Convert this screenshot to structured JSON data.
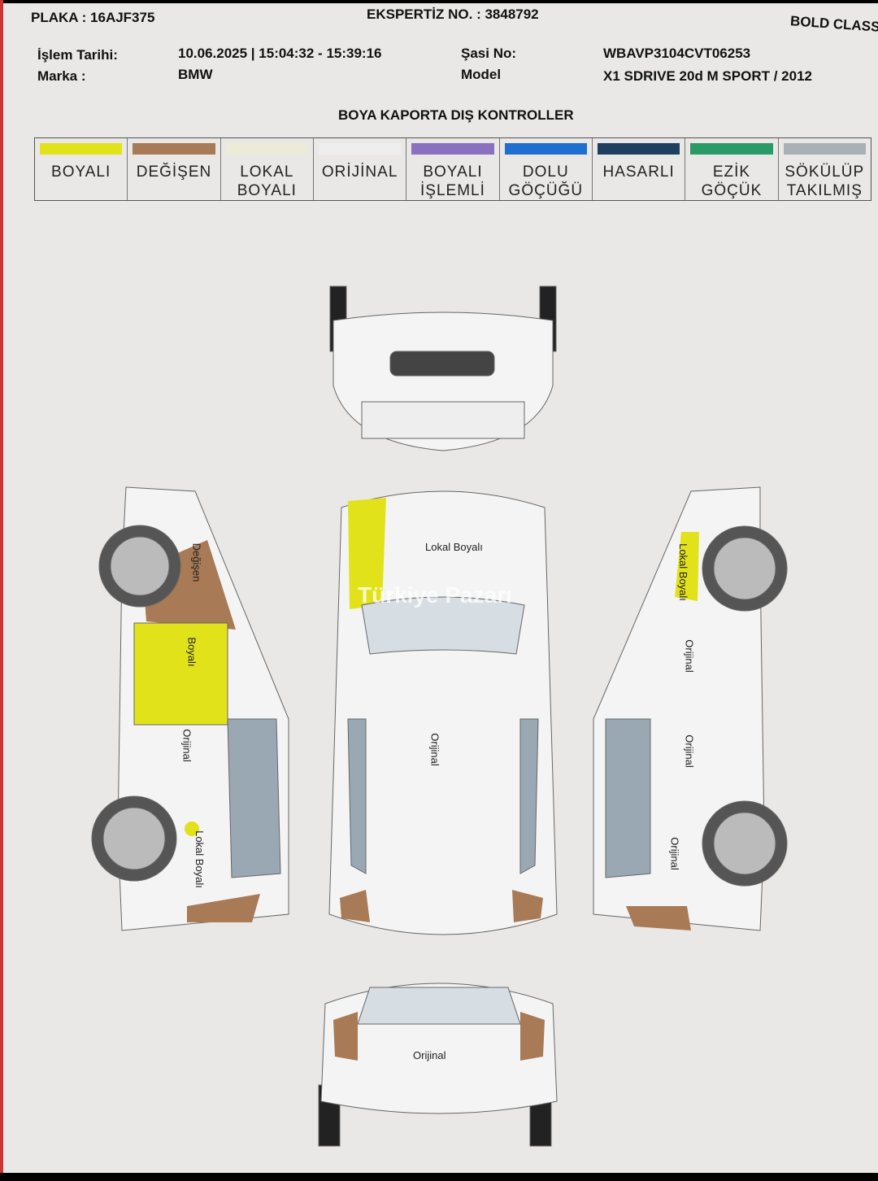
{
  "header": {
    "plaka": "PLAKA : 16AJF375",
    "ekspertiz": "EKSPERTİZ NO. : 3848792",
    "brand": "BOLD CLASS",
    "islem_label": "İşlem Tarihi:",
    "islem_value": "10.06.2025 | 15:04:32 - 15:39:16",
    "marka_label": "Marka :",
    "marka_value": "BMW",
    "sasi_label": "Şasi No:",
    "sasi_value": "WBAVP3104CVT06253",
    "model_label": "Model",
    "model_value": "X1 SDRIVE 20d M SPORT / 2012"
  },
  "section_title": "BOYA KAPORTA DIŞ KONTROLLER",
  "legend": [
    {
      "l1": "BOYALI",
      "l2": "",
      "color": "#e2e21a"
    },
    {
      "l1": "DEĞİŞEN",
      "l2": "",
      "color": "#a87a55"
    },
    {
      "l1": "LOKAL",
      "l2": "BOYALI",
      "color": "#ecebd8"
    },
    {
      "l1": "ORİJİNAL",
      "l2": "",
      "color": "#eeeeee"
    },
    {
      "l1": "BOYALI",
      "l2": "İŞLEMLİ",
      "color": "#8b6fc0"
    },
    {
      "l1": "DOLU",
      "l2": "GÖÇÜĞÜ",
      "color": "#1e6fd0"
    },
    {
      "l1": "HASARLI",
      "l2": "",
      "color": "#1e3f5e"
    },
    {
      "l1": "EZİK",
      "l2": "GÖÇÜK",
      "color": "#2a9a66"
    },
    {
      "l1": "SÖKÜLÜP",
      "l2": "TAKILMIŞ",
      "color": "#a9b0b6"
    }
  ],
  "parts": {
    "hood": "Lokal Boyalı",
    "roof": "Orijinal",
    "rear": "Orijinal",
    "left_front_fender": "Değişen",
    "left_front_door": "Boyalı",
    "left_rear_door": "Orijinal",
    "left_rear_fender": "Lokal Boyalı",
    "right_front_fender": "Lokal Boyalı",
    "right_front_door": "Orijinal",
    "right_rear_door": "Orijinal",
    "right_rear_fender": "Orijinal"
  },
  "watermark": "Türkiye Pazarı"
}
